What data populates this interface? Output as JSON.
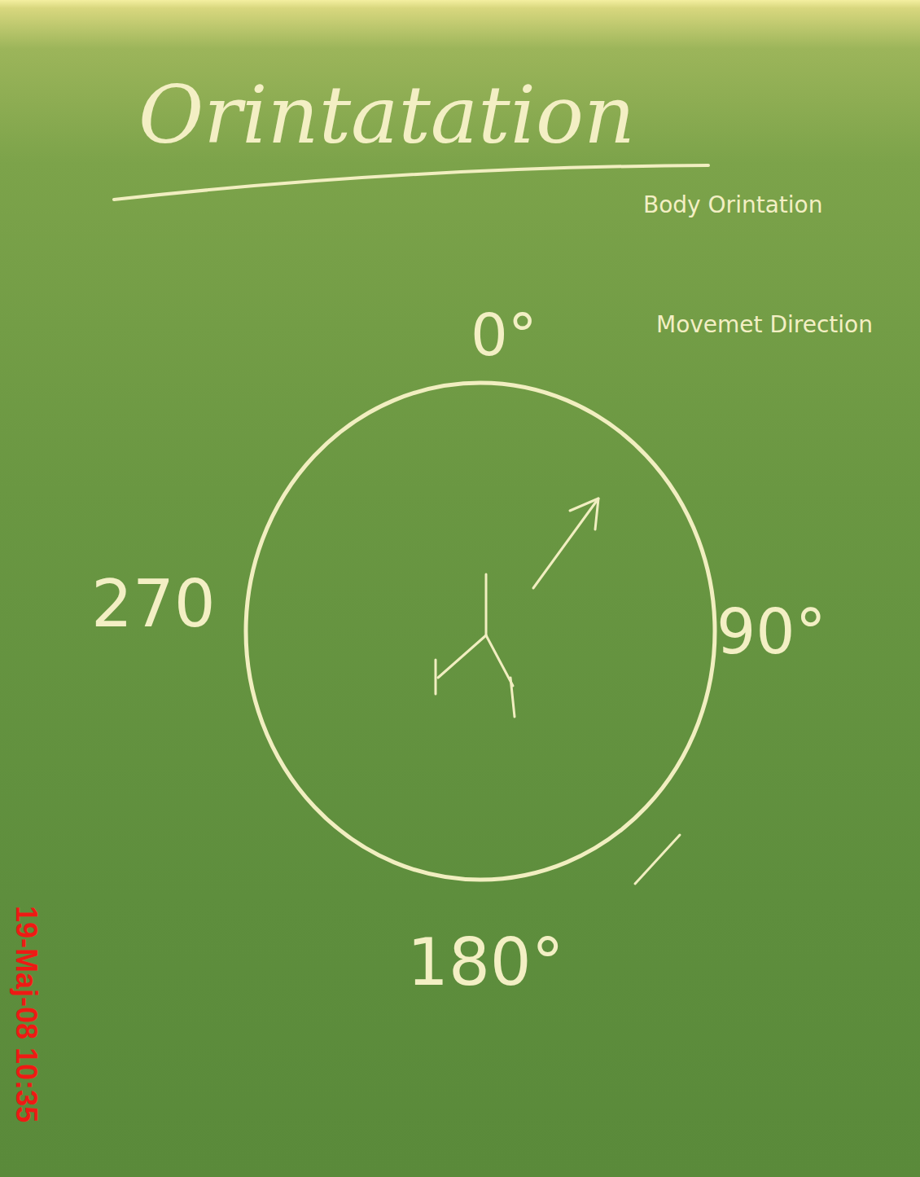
{
  "diagram": {
    "title": "Orintatation",
    "labels": [
      "Body Orintation",
      "Movemet Direction",
      "0°",
      "270",
      "90°",
      "180°",
      "19-Maj-08 10:35"
    ]
  }
}
